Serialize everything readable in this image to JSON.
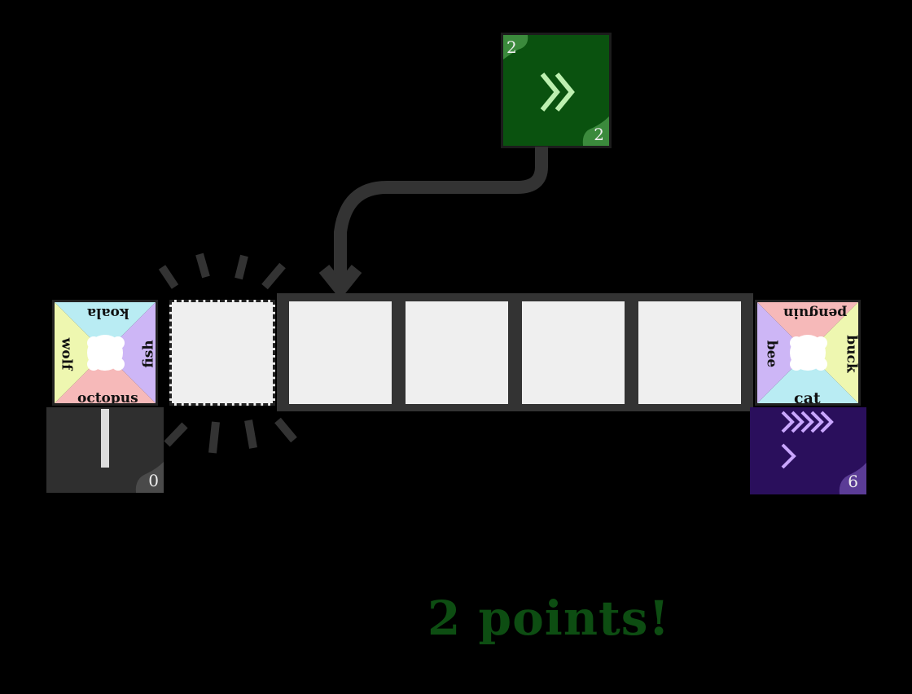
{
  "left_base": {
    "labels": {
      "top": "koala",
      "right": "fish",
      "bottom": "octopus",
      "left": "wolf"
    },
    "colors": {
      "top": "#b9ecf3",
      "right": "#cdb6f6",
      "bottom": "#f6b9b9",
      "left": "#eef7b0"
    }
  },
  "right_base": {
    "labels": {
      "top": "penguin",
      "right": "buck",
      "bottom": "cat",
      "left": "bee"
    },
    "colors": {
      "top": "#f6b9b9",
      "right": "#eef7b0",
      "bottom": "#b9ecf3",
      "left": "#cdb6f6"
    }
  },
  "left_tray": {
    "count": "0",
    "color": "#2f2f2f"
  },
  "right_tray": {
    "count": "6",
    "color": "#2a0f5c",
    "chevron_color": "#c9a6ff"
  },
  "played_card": {
    "corner_top": "2",
    "corner_bottom": "2",
    "color": "#0a520f",
    "symbol_color": "#bdf0b0"
  },
  "result": {
    "text": "2 points!",
    "color": "#0d4d12"
  },
  "slots": {
    "empty_count": 4
  }
}
